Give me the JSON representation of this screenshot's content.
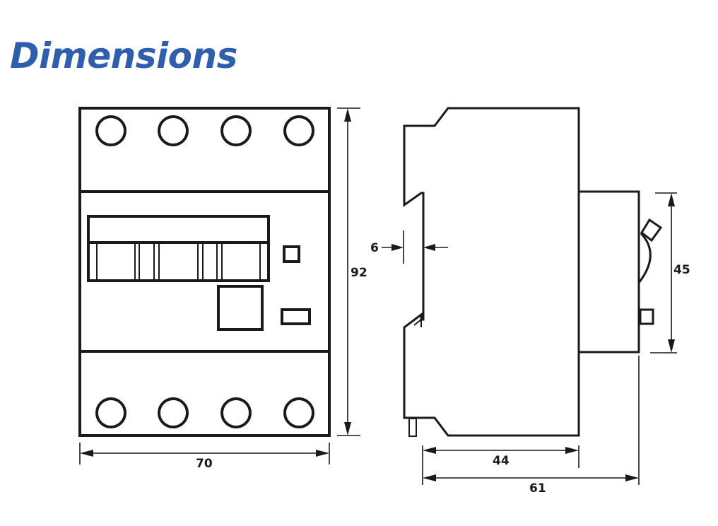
{
  "title": "Dimensions",
  "colors": {
    "title": "#2d5fae",
    "line": "#1a1a1a",
    "background": "#ffffff"
  },
  "front_view": {
    "terminals_top": 4,
    "terminals_bottom": 4,
    "dimensions": {
      "width": "70",
      "height": "92"
    }
  },
  "side_view": {
    "dimensions": {
      "rail_clip": "6",
      "front_height": "45",
      "body_depth": "44",
      "total_depth": "61"
    }
  }
}
